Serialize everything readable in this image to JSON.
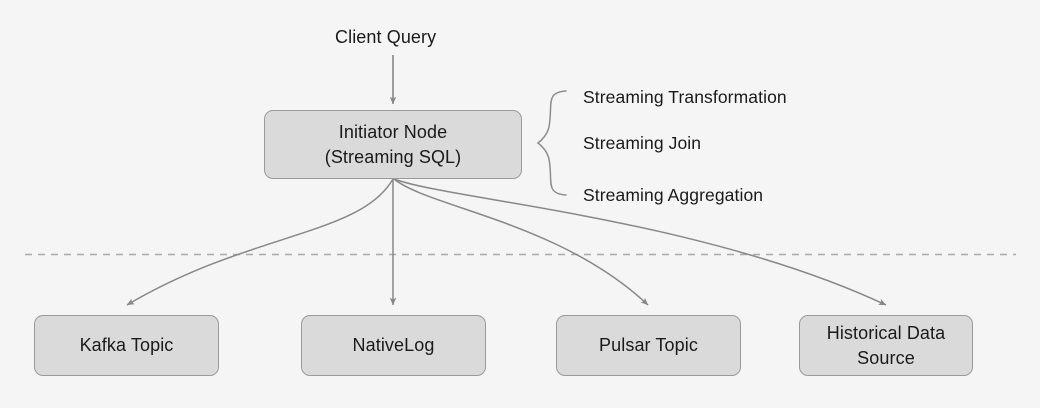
{
  "diagram": {
    "title_label": "Client Query",
    "initiator": {
      "line1": "Initiator Node",
      "line2": "(Streaming SQL)",
      "text": "Initiator Node\n(Streaming SQL)"
    },
    "brace_labels": [
      {
        "text": "Streaming Transformation"
      },
      {
        "text": "Streaming Join"
      },
      {
        "text": "Streaming Aggregation"
      }
    ],
    "sources": [
      {
        "id": "kafka-topic",
        "text": "Kafka Topic"
      },
      {
        "id": "nativelog",
        "text": "NativeLog"
      },
      {
        "id": "pulsar-topic",
        "text": "Pulsar Topic"
      },
      {
        "id": "historical-data-source",
        "text": "Historical Data\nSource"
      }
    ],
    "icons": {
      "brace": "curly-brace-icon",
      "divider": "dashed-divider-icon",
      "arrow": "arrow-head-icon"
    },
    "colors": {
      "background": "#f5f5f5",
      "box_fill": "#dadada",
      "box_stroke": "#9a9a9a",
      "edge_stroke": "#888888",
      "divider_stroke": "#aaaaaa",
      "text": "#1a1a1a"
    }
  }
}
